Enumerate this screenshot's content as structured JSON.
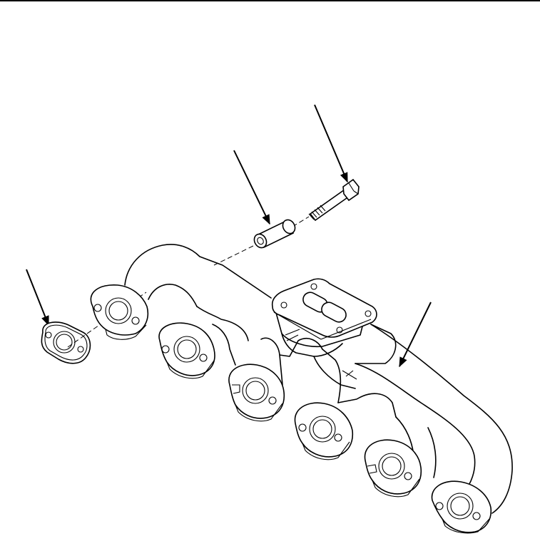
{
  "page": {
    "header_rule": true
  },
  "diagram": {
    "parts": [
      {
        "name": "gasket",
        "callout": true
      },
      {
        "name": "spacer",
        "callout": true
      },
      {
        "name": "bolt",
        "callout": true
      },
      {
        "name": "exhaust-manifold",
        "callout": true
      }
    ],
    "stroke_color": "#000000",
    "background_color": "#ffffff"
  }
}
